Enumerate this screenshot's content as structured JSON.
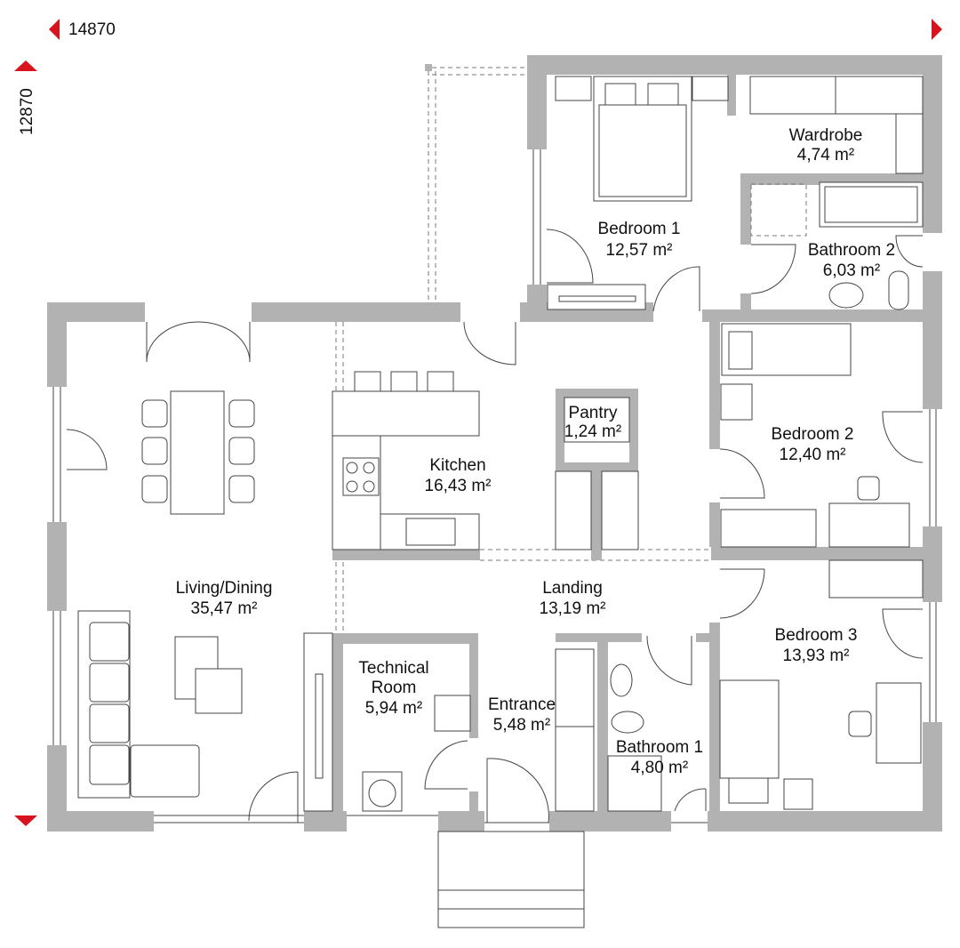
{
  "dimensions": {
    "width": "14870",
    "height": "12870"
  },
  "colors": {
    "wall": "#b2b2b2",
    "marker": "#d7141d"
  },
  "rooms": [
    {
      "name": "Wardrobe",
      "area": "4,74 m²"
    },
    {
      "name": "Bedroom 1",
      "area": "12,57 m²"
    },
    {
      "name": "Bathroom 2",
      "area": "6,03 m²"
    },
    {
      "name": "Pantry",
      "area": "1,24 m²"
    },
    {
      "name": "Kitchen",
      "area": "16,43 m²"
    },
    {
      "name": "Bedroom 2",
      "area": "12,40 m²"
    },
    {
      "name": "Living/Dining",
      "area": "35,47 m²"
    },
    {
      "name": "Landing",
      "area": "13,19 m²"
    },
    {
      "name": "Bedroom 3",
      "area": "13,93 m²"
    },
    {
      "name": "Technical",
      "name2": "Room",
      "area": "5,94 m²"
    },
    {
      "name": "Entrance",
      "area": "5,48 m²"
    },
    {
      "name": "Bathroom 1",
      "area": "4,80 m²"
    }
  ]
}
